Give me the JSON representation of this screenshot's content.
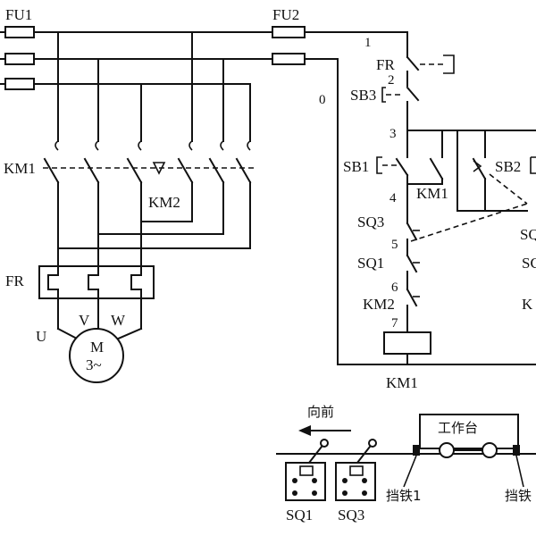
{
  "labels": {
    "fu1": "FU1",
    "fu2": "FU2",
    "km1_main": "KM1",
    "km2_main": "KM2",
    "fr_main": "FR",
    "u": "U",
    "v": "V",
    "w": "W",
    "motor_m": "M",
    "motor_phase": "3~",
    "node_1": "1",
    "node_0": "0",
    "fr_ctrl": "FR",
    "node_2": "2",
    "sb3": "SB3",
    "node_3": "3",
    "sb1": "SB1",
    "sb2": "SB2",
    "node_4": "4",
    "km1_aux": "KM1",
    "sq3_ctrl": "SQ3",
    "node_5": "5",
    "sq1_ctrl": "SQ1",
    "node_6": "6",
    "km2_ctrl": "KM2",
    "node_7": "7",
    "km1_coil": "KM1",
    "cut_sq_a": "SQ",
    "cut_sq_b": "SC",
    "cut_km": "K",
    "forward": "向前",
    "table": "工作台",
    "stop_iron_1": "挡铁1",
    "stop_iron_2": "挡铁",
    "sq1_bottom": "SQ1",
    "sq3_bottom": "SQ3"
  },
  "icons": {
    "fuse": "fuse-icon",
    "motor": "motor-icon",
    "arrow": "arrow-left-icon"
  }
}
